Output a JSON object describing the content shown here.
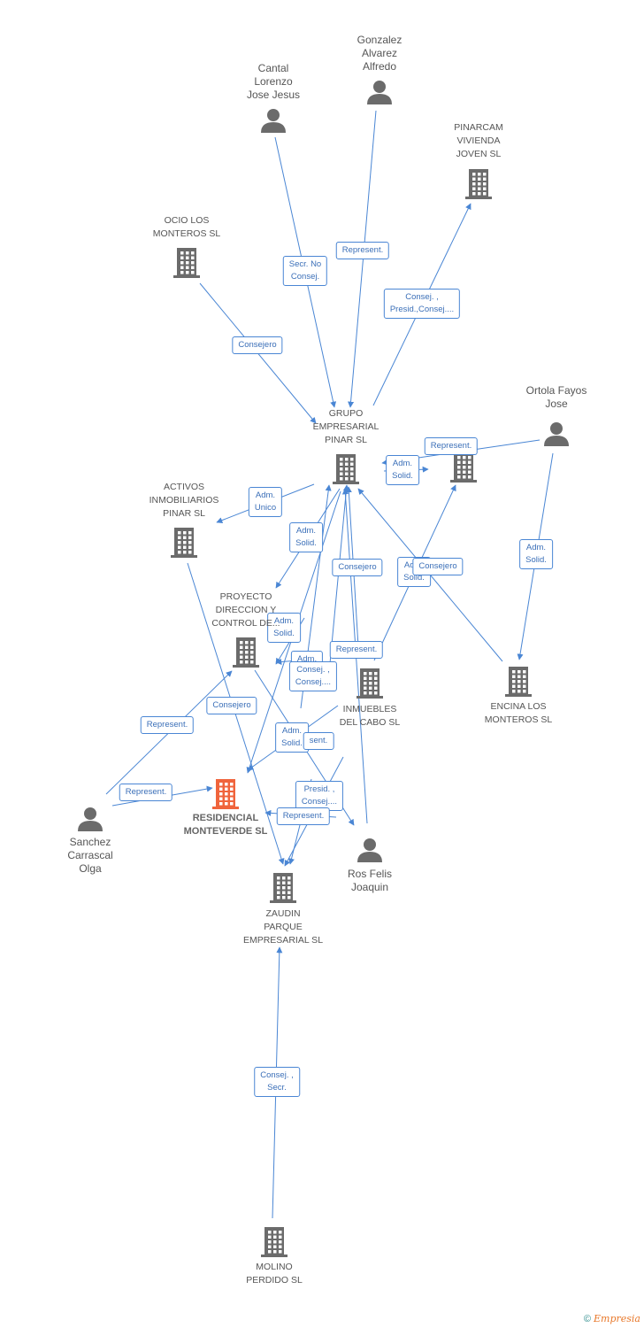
{
  "colors": {
    "edge": "#4a86d4",
    "icon": "#6b6b6b",
    "main": "#f0643c"
  },
  "nodes": [
    {
      "id": "gonzalez",
      "kind": "person",
      "label": "Gonzalez\nAlvarez\nAlfredo"
    },
    {
      "id": "cantal",
      "kind": "person",
      "label": "Cantal\nLorenzo\nJose Jesus"
    },
    {
      "id": "pinarcam",
      "kind": "company",
      "label": "PINARCAM\nVIVIENDA\nJOVEN SL"
    },
    {
      "id": "ocio",
      "kind": "company",
      "label": "OCIO LOS\nMONTEROS SL"
    },
    {
      "id": "ortola",
      "kind": "person",
      "label": "Ortola Fayos\nJose"
    },
    {
      "id": "grupo",
      "kind": "company",
      "label": "GRUPO\nEMPRESARIAL\nPINAR SL"
    },
    {
      "id": "sotosa",
      "kind": "company",
      "label": ""
    },
    {
      "id": "activos",
      "kind": "company",
      "label": "ACTIVOS\nINMOBILIARIOS\nPINAR  SL"
    },
    {
      "id": "proyecto",
      "kind": "company",
      "label": "PROYECTO\nDIRECCION Y\nCONTROL DE..."
    },
    {
      "id": "inmuebles",
      "kind": "company",
      "label": "INMUEBLES\nDEL CABO SL"
    },
    {
      "id": "encina",
      "kind": "company",
      "label": "ENCINA LOS\nMONTEROS SL"
    },
    {
      "id": "residencial",
      "kind": "main",
      "label": "RESIDENCIAL\nMONTEVERDE SL"
    },
    {
      "id": "sanchez",
      "kind": "person",
      "label": "Sanchez\nCarrascal\nOlga"
    },
    {
      "id": "ros",
      "kind": "person",
      "label": "Ros Felis\nJoaquin"
    },
    {
      "id": "zaudin",
      "kind": "company",
      "label": "ZAUDIN\nPARQUE\nEMPRESARIAL SL"
    },
    {
      "id": "molino",
      "kind": "company",
      "label": "MOLINO\nPERDIDO SL"
    }
  ],
  "edges": [
    {
      "id": "e1",
      "label": "Secr.  No\nConsej."
    },
    {
      "id": "e2",
      "label": "Represent."
    },
    {
      "id": "e3",
      "label": "Consej. ,\nPresid.,Consej...."
    },
    {
      "id": "e4",
      "label": "Consejero"
    },
    {
      "id": "e5",
      "label": "Represent."
    },
    {
      "id": "e6",
      "label": "Adm.\nSolid."
    },
    {
      "id": "e7",
      "label": "Adm.\nUnico"
    },
    {
      "id": "e8",
      "label": "Adm.\nSolid."
    },
    {
      "id": "e9",
      "label": "Consejero"
    },
    {
      "id": "e10",
      "label": "Adm.\nSolid."
    },
    {
      "id": "e11",
      "label": "Consejero"
    },
    {
      "id": "e12",
      "label": "Adm.\nSolid."
    },
    {
      "id": "e13",
      "label": "Adm.\nSolid."
    },
    {
      "id": "e14",
      "label": "Represent."
    },
    {
      "id": "e15",
      "label": "Adm."
    },
    {
      "id": "e16",
      "label": "Consej. ,\nConsej...."
    },
    {
      "id": "e17",
      "label": "Consejero"
    },
    {
      "id": "e18",
      "label": "Represent."
    },
    {
      "id": "e19",
      "label": "Adm.\nSolid."
    },
    {
      "id": "e20",
      "label": "Represent."
    },
    {
      "id": "e21",
      "label": "Presid. ,\nConsej...."
    },
    {
      "id": "e22",
      "label": "Represent."
    },
    {
      "id": "e23",
      "label": "Consej. ,\nSecr."
    },
    {
      "id": "e24",
      "label": "sent."
    }
  ],
  "footer": {
    "copyright": "©",
    "brand": "Empresia"
  }
}
